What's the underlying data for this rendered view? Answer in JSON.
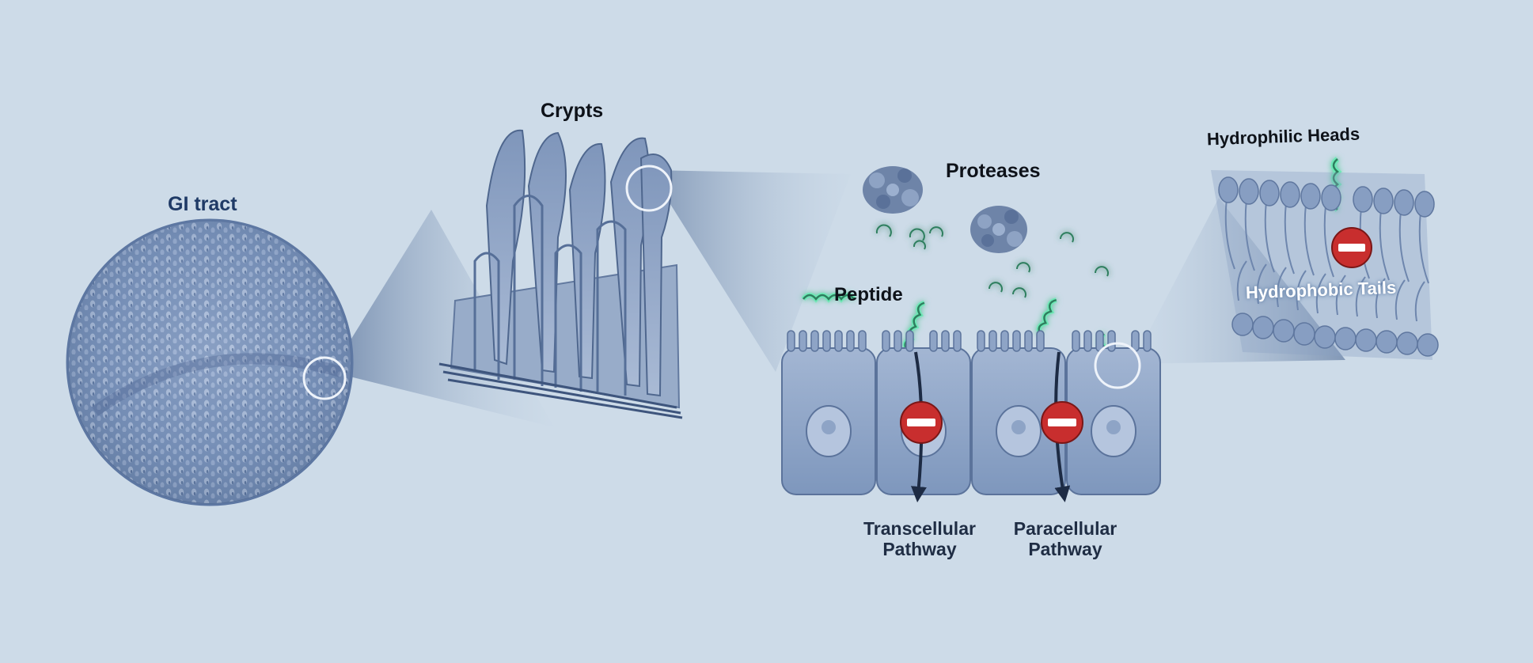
{
  "labels": {
    "gi_tract": "GI tract",
    "crypts": "Crypts",
    "proteases": "Proteases",
    "peptide": "Peptide",
    "hydrophilic_heads": "Hydrophilic Heads",
    "hydrophobic_tails": "Hydrophobic Tails",
    "transcellular": [
      "Transcellular",
      "Pathway"
    ],
    "paracellular": [
      "Paracellular",
      "Pathway"
    ]
  },
  "colors": {
    "background": "#cddbe8",
    "tissue": "#8aa0c2",
    "tissue_dark": "#4f678e",
    "peptide_glow": "#4fe0a6",
    "peptide": "#2f7f5e",
    "no_entry": "#c82e2e",
    "arrow": "#1d2b44"
  },
  "icons": [
    "no-entry-icon",
    "pathway-arrow-icon"
  ]
}
